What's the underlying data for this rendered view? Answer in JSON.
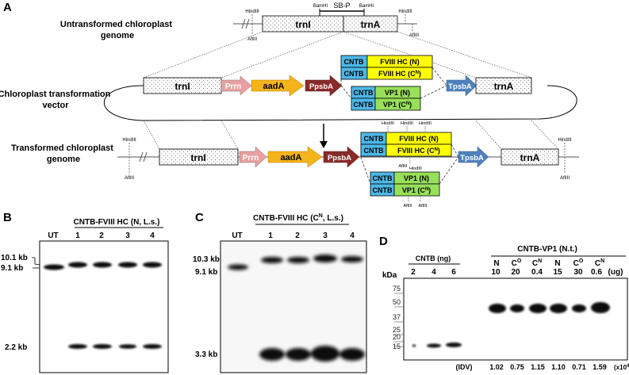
{
  "panel_labels": {
    "a": "A",
    "b": "B",
    "c": "C",
    "d": "D"
  },
  "panel_a": {
    "rows": {
      "untransformed": "Untransformed chloroplast genome",
      "vector": "Chloroplast transformation vector",
      "transformed": "Transformed chloroplast genome"
    },
    "sites": {
      "bamhi": "BamHI",
      "hindiii": "HindIII",
      "aflIII": "AflIII"
    },
    "sbp": "SB-P",
    "genes": {
      "trni": "trnI",
      "trna": "trnA",
      "prrn": "Prrn",
      "aada": "aadA",
      "ppsba": "PpsbA",
      "tpsba": "TpsbA",
      "cntb": "CNTB",
      "fviii_n": "FVIII HC (N)",
      "fviii_c_main": "FVIII HC (C",
      "fviii_c_sup": "N",
      "fviii_c_close": ")",
      "vp1_n": "VP1 (N)",
      "vp1_c_main": "VP1 (C",
      "vp1_c_sup": "N",
      "vp1_c_close": ")"
    },
    "colors": {
      "prrn": "#e8a0a0",
      "aada": "#f4b41a",
      "ppsba": "#8b2a2a",
      "tpsba": "#4f81bd",
      "cntb": "#4db8e8",
      "fviii": "#ffff00",
      "vp1": "#99e05a"
    }
  },
  "panel_b": {
    "title": "CNTB-FVIII HC  (N, L.s.)",
    "lanes": [
      "UT",
      "1",
      "2",
      "3",
      "4"
    ],
    "markers": {
      "top": "10.1 kb",
      "mid": "9.1 kb",
      "bottom": "2.2 kb"
    }
  },
  "panel_c": {
    "title_main": "CNTB-FVIII HC  (C",
    "title_sup": "N",
    "title_end": ", L.s.)",
    "lanes": [
      "UT",
      "1",
      "2",
      "3",
      "4"
    ],
    "markers": {
      "top": "10.3 kb",
      "mid": "9.1 kb",
      "bottom": "3.3 kb"
    }
  },
  "panel_d": {
    "kda": "kDa",
    "cntb_header": "CNTB (ng)",
    "vp1_header": "CNTB-VP1 (N.t.)",
    "cntb_lanes": [
      "2",
      "4",
      "6"
    ],
    "vp1_lanes": [
      {
        "main": "N",
        "sup": ""
      },
      {
        "main": "C",
        "sup": "O"
      },
      {
        "main": "C",
        "sup": "N"
      },
      {
        "main": "N",
        "sup": ""
      },
      {
        "main": "C",
        "sup": "O"
      },
      {
        "main": "C",
        "sup": "N"
      }
    ],
    "amounts": [
      "10",
      "20",
      "0.4",
      "15",
      "30",
      "0.6"
    ],
    "unit": "(ug)",
    "mw": [
      "75",
      "50",
      "37",
      "25",
      "20",
      "15"
    ],
    "idv_label": "(IDV)",
    "idv_values": [
      "1.02",
      "0.75",
      "1.15",
      "1.10",
      "0.71",
      "1.59"
    ],
    "idv_unit": "(x10",
    "idv_exp": "4",
    "idv_close": ")"
  }
}
